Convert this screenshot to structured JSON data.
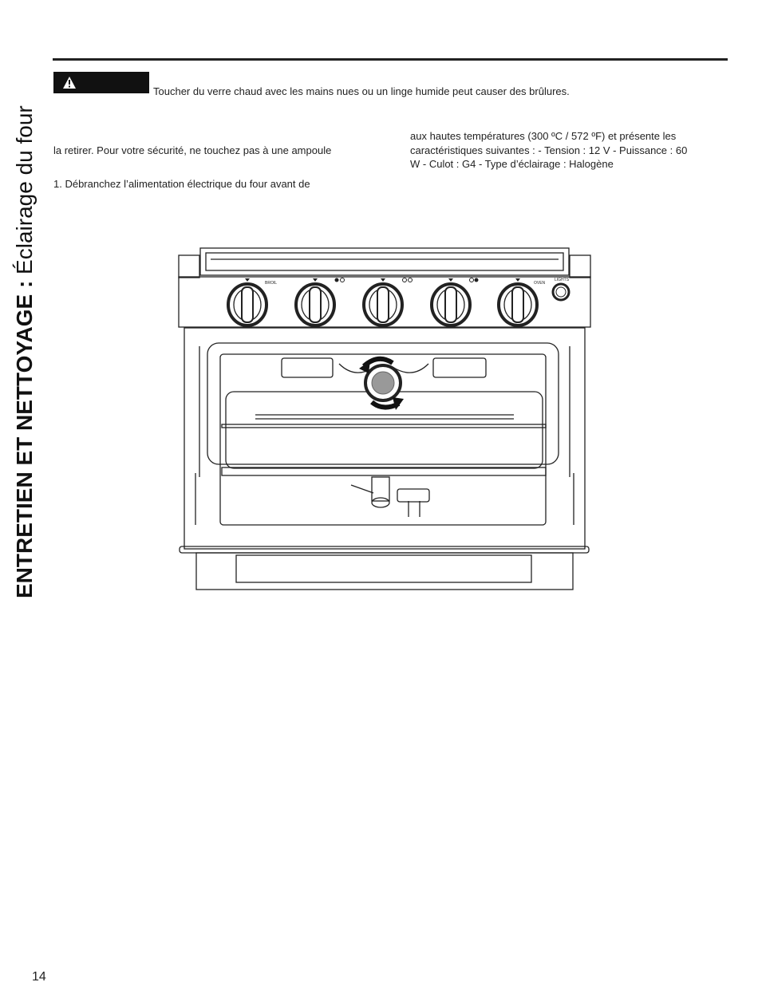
{
  "section_title": {
    "main": "ENTRETIEN ET NETTOYAGE :",
    "sub": "Éclairage du four"
  },
  "warning": {
    "icon": "warning-triangle-icon",
    "text": "Toucher du verre chaud avec les mains nues ou un linge humide peut causer des brûlures."
  },
  "body": {
    "left_line_1": "la retirer. Pour votre sécurité, ne touchez pas à une ampoule",
    "left_line_2": "1. Débranchez l’alimentation électrique du four avant de",
    "right_line_1": "aux hautes températures (300 ºC / 572 ºF) et présente les",
    "right_line_2": "caractéristiques suivantes : - Tension : 12 V - Puissance : 60",
    "right_line_3": "W  - Culot : G4 - Type d’éclairage : Halogène"
  },
  "figure": {
    "knob_labels": [
      "BROIL",
      "LIGHTS",
      "OVEN"
    ]
  },
  "page_number": "14"
}
